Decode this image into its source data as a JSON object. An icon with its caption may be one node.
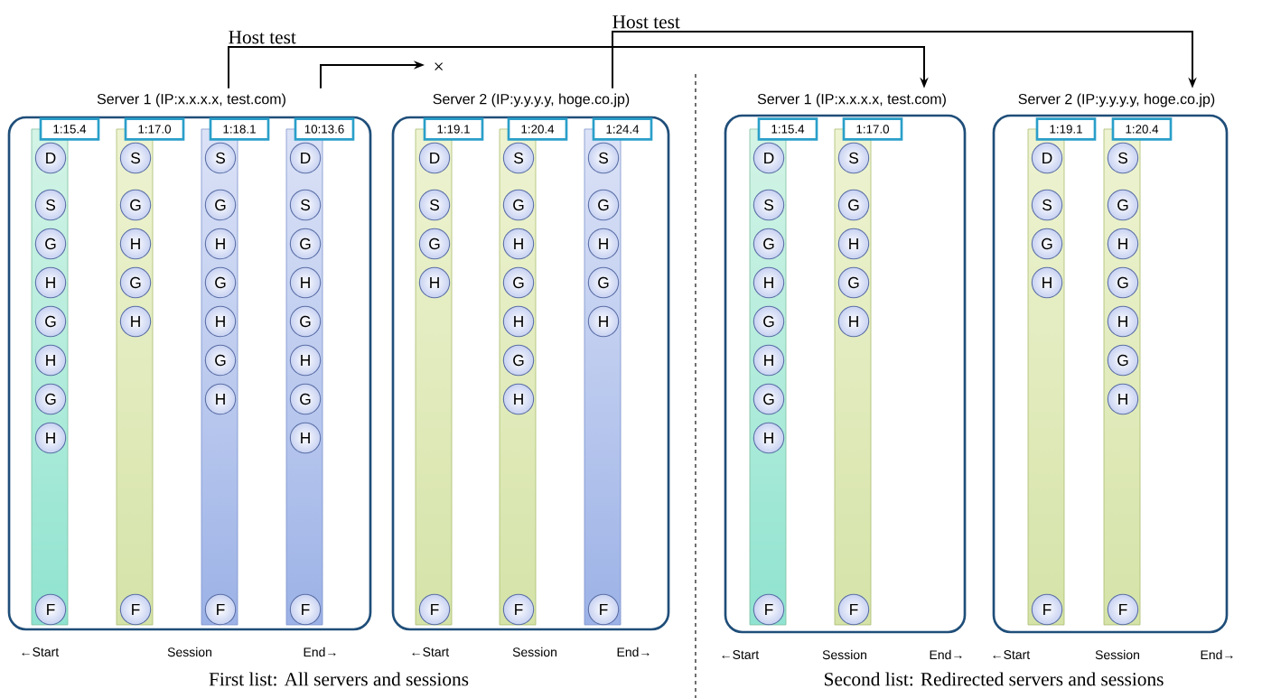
{
  "diagram": {
    "nodes": [
      {
        "text": [
          "Server 1 (IP:x.x.x.x, test.com)"
        ]
      },
      {
        "text": [
          "1:15.4"
        ],
        "in": 0
      },
      {
        "text": [
          "D"
        ],
        "in": 1
      },
      {
        "text": [
          "S"
        ],
        "in": 1
      },
      {
        "text": [
          "G"
        ],
        "in": 1
      },
      {
        "text": [
          "H"
        ],
        "in": 1
      },
      {
        "text": [
          "G"
        ],
        "in": 1
      },
      {
        "text": [
          "H"
        ],
        "in": 1
      },
      {
        "text": [
          "G"
        ],
        "in": 1
      },
      {
        "text": [
          "H"
        ],
        "in": 1
      },
      {
        "text": [
          "F"
        ],
        "in": 1
      },
      {
        "text": [
          "1:17.0"
        ],
        "in": 0
      },
      {
        "text": [
          "S"
        ],
        "in": 11
      },
      {
        "text": [
          "G"
        ],
        "in": 11
      },
      {
        "text": [
          "H"
        ],
        "in": 11
      },
      {
        "text": [
          "G"
        ],
        "in": 11
      },
      {
        "text": [
          "H"
        ],
        "in": 11
      },
      {
        "text": [
          "F"
        ],
        "in": 11
      },
      {
        "text": [
          "1:18.1"
        ],
        "in": 0
      },
      {
        "text": [
          "S"
        ],
        "in": 18
      },
      {
        "text": [
          "G"
        ],
        "in": 18
      },
      {
        "text": [
          "H"
        ],
        "in": 18
      },
      {
        "text": [
          "G"
        ],
        "in": 18
      },
      {
        "text": [
          "H"
        ],
        "in": 18
      },
      {
        "text": [
          "G"
        ],
        "in": 18
      },
      {
        "text": [
          "H"
        ],
        "in": 18
      },
      {
        "text": [
          "F"
        ],
        "in": 18
      },
      {
        "text": [
          "10:13.6"
        ],
        "in": 0
      },
      {
        "text": [
          "D"
        ],
        "in": 27
      },
      {
        "text": [
          "S"
        ],
        "in": 27
      },
      {
        "text": [
          "G"
        ],
        "in": 27
      },
      {
        "text": [
          "H"
        ],
        "in": 27
      },
      {
        "text": [
          "G"
        ],
        "in": 27
      },
      {
        "text": [
          "H"
        ],
        "in": 27
      },
      {
        "text": [
          "G"
        ],
        "in": 27
      },
      {
        "text": [
          "H"
        ],
        "in": 27
      },
      {
        "text": [
          "F"
        ],
        "in": 27
      },
      {
        "text": [
          "Server 2 (IP:y.y.y.y, hoge.co.jp)"
        ]
      },
      {
        "text": [
          "1:19.1"
        ],
        "in": 37
      },
      {
        "text": [
          "D"
        ],
        "in": 38
      },
      {
        "text": [
          "S"
        ],
        "in": 38
      },
      {
        "text": [
          "G"
        ],
        "in": 38
      },
      {
        "text": [
          "H"
        ],
        "in": 38
      },
      {
        "text": [
          "F"
        ],
        "in": 38
      },
      {
        "text": [
          "1:20.4"
        ],
        "in": 37
      },
      {
        "text": [
          "S"
        ],
        "in": 44
      },
      {
        "text": [
          "G"
        ],
        "in": 44
      },
      {
        "text": [
          "H"
        ],
        "in": 44
      },
      {
        "text": [
          "G"
        ],
        "in": 44
      },
      {
        "text": [
          "H"
        ],
        "in": 44
      },
      {
        "text": [
          "G"
        ],
        "in": 44
      },
      {
        "text": [
          "H"
        ],
        "in": 44
      },
      {
        "text": [
          "F"
        ],
        "in": 44
      },
      {
        "text": [
          "1:24.4"
        ],
        "in": 37
      },
      {
        "text": [
          "S"
        ],
        "in": 53
      },
      {
        "text": [
          "G"
        ],
        "in": 53
      },
      {
        "text": [
          "H"
        ],
        "in": 53
      },
      {
        "text": [
          "G"
        ],
        "in": 53
      },
      {
        "text": [
          "H"
        ],
        "in": 53
      },
      {
        "text": [
          "F"
        ],
        "in": 53
      },
      {
        "text": [
          "Server 1 (IP:x.x.x.x, test.com)"
        ]
      },
      {
        "text": [
          "1:15.4"
        ],
        "in": 60
      },
      {
        "text": [
          "D"
        ],
        "in": 61
      },
      {
        "text": [
          "S"
        ],
        "in": 61
      },
      {
        "text": [
          "G"
        ],
        "in": 61
      },
      {
        "text": [
          "H"
        ],
        "in": 61
      },
      {
        "text": [
          "G"
        ],
        "in": 61
      },
      {
        "text": [
          "H"
        ],
        "in": 61
      },
      {
        "text": [
          "G"
        ],
        "in": 61
      },
      {
        "text": [
          "H"
        ],
        "in": 61
      },
      {
        "text": [
          "F"
        ],
        "in": 61
      },
      {
        "text": [
          "1:17.0"
        ],
        "in": 60
      },
      {
        "text": [
          "S"
        ],
        "in": 71
      },
      {
        "text": [
          "G"
        ],
        "in": 71
      },
      {
        "text": [
          "H"
        ],
        "in": 71
      },
      {
        "text": [
          "G"
        ],
        "in": 71
      },
      {
        "text": [
          "H"
        ],
        "in": 71
      },
      {
        "text": [
          "F"
        ],
        "in": 71
      },
      {
        "text": [
          "Server 2 (IP:y.y.y.y, hoge.co.jp)"
        ]
      },
      {
        "text": [
          "1:19.1"
        ],
        "in": 78
      },
      {
        "text": [
          "D"
        ],
        "in": 79
      },
      {
        "text": [
          "S"
        ],
        "in": 79
      },
      {
        "text": [
          "G"
        ],
        "in": 79
      },
      {
        "text": [
          "H"
        ],
        "in": 79
      },
      {
        "text": [
          "F"
        ],
        "in": 79
      },
      {
        "text": [
          "1:20.4"
        ],
        "in": 78
      },
      {
        "text": [
          "S"
        ],
        "in": 85
      },
      {
        "text": [
          "G"
        ],
        "in": 85
      },
      {
        "text": [
          "H"
        ],
        "in": 85
      },
      {
        "text": [
          "G"
        ],
        "in": 85
      },
      {
        "text": [
          "H"
        ],
        "in": 85
      },
      {
        "text": [
          "G"
        ],
        "in": 85
      },
      {
        "text": [
          "H"
        ],
        "in": 85
      },
      {
        "text": [
          "F"
        ],
        "in": 85
      }
    ],
    "edges": [
      {
        "from": 0,
        "to": 60,
        "arrow": "to",
        "label": "Host test"
      },
      {
        "from": 37,
        "to": 78,
        "arrow": "to",
        "label": "Host test"
      },
      {
        "from": 0,
        "to": null,
        "arrow": "to",
        "label": "×"
      }
    ],
    "labels": [
      "←Start",
      "Session",
      "End→",
      "←Start",
      "Session",
      "End→",
      "←Start",
      "Session",
      "End→",
      "←Start",
      "Session",
      "End→",
      "First list: All servers and sessions",
      "Second list: Redirected servers and sessions"
    ]
  }
}
